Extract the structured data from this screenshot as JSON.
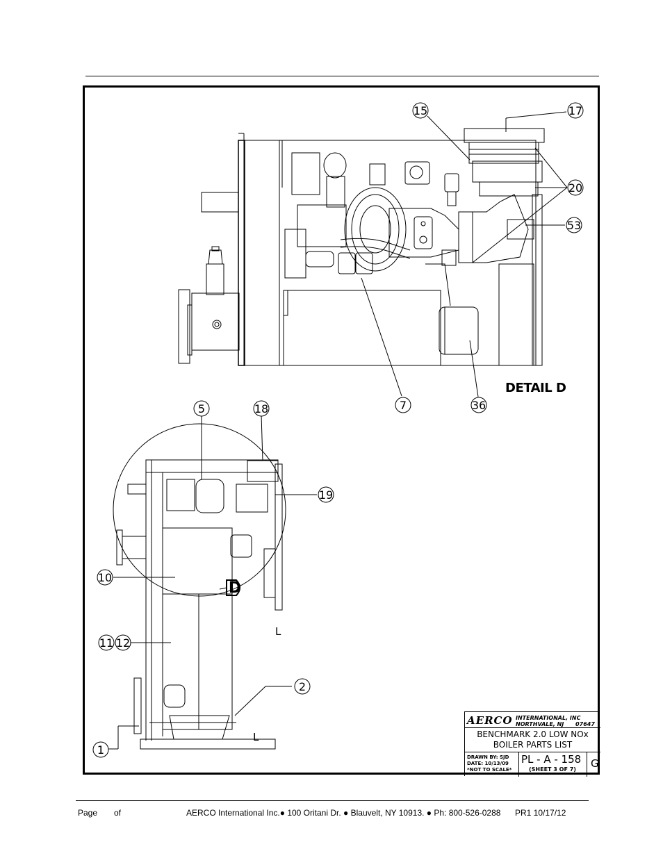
{
  "detail_label": "DETAIL D",
  "callouts": [
    "15",
    "17",
    "20",
    "53",
    "7",
    "36",
    "5",
    "18",
    "19",
    "10",
    "11",
    "12",
    "2",
    "1"
  ],
  "view_marker": "D",
  "l_marks": [
    "L",
    "L"
  ],
  "title_block": {
    "logo": "AERCO",
    "company_line1": "INTERNATIONAL, INC",
    "company_line2": "NORTHVALE, NJ      07647",
    "title_line1": "BENCHMARK 2.0 LOW NOx",
    "title_line2": "BOILER PARTS LIST",
    "drawn_by": "DRAWN BY: SJD",
    "date": "DATE: 10/13/09",
    "scale_note": "*NOT TO SCALE*",
    "drawing_number": "PL - A - 158",
    "sheet": "(SHEET 3 OF 7)",
    "revision": "G"
  },
  "footer": {
    "page_label": "Page",
    "of_label": "of",
    "address": "AERCO International Inc.● 100 Oritani Dr. ● Blauvelt, NY 10913. ● Ph: 800-526-0288",
    "revision_date": "PR1 10/17/12"
  }
}
